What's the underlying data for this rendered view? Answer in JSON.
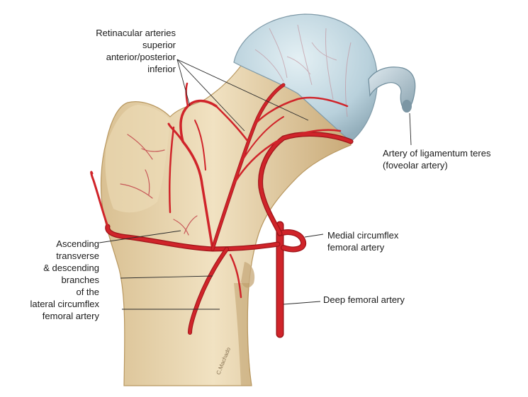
{
  "labels": {
    "retinacular": [
      "Retinacular arteries",
      "superior",
      "anterior/posterior",
      "inferior"
    ],
    "ligamentum": [
      "Artery of ligamentum teres",
      "(foveolar artery)"
    ],
    "medial": [
      "Medial circumflex",
      "femoral artery"
    ],
    "deep": "Deep femoral artery",
    "lateral": [
      "Ascending",
      "transverse",
      "& descending",
      "branches",
      "of the",
      "lateral circumflex",
      "femoral artery"
    ]
  },
  "signature": "C.Machado",
  "colors": {
    "bone": "#e8d6b0",
    "bone_shadow": "#c9ad7f",
    "cartilage": "#bfd6e0",
    "artery": "#d0242a",
    "artery_dark": "#9e1419",
    "ligament": "#9fb6c2"
  }
}
